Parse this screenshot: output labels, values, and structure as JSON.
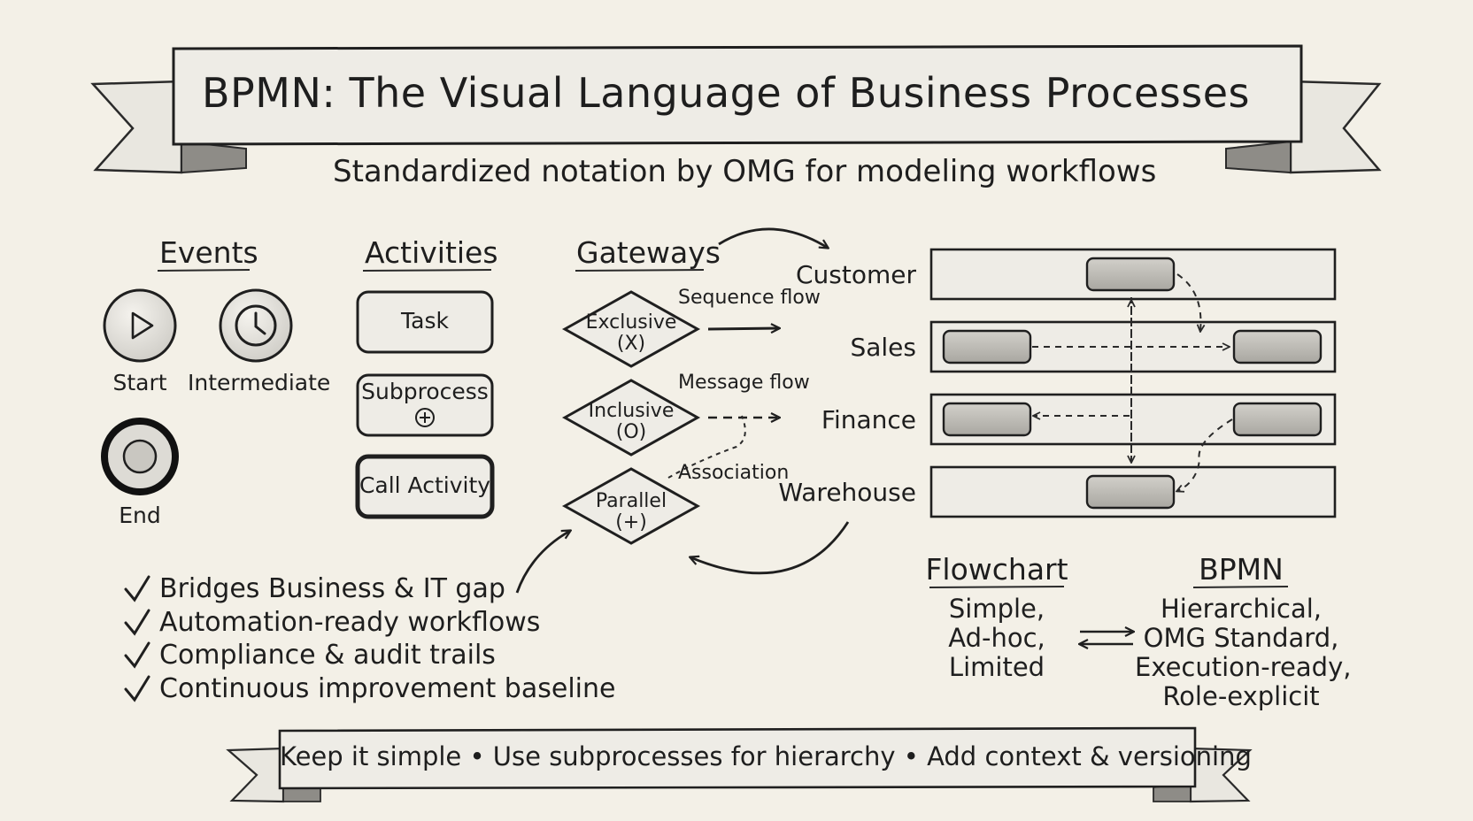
{
  "title": "BPMN: The Visual Language of Business Processes",
  "subtitle": "Standardized notation by OMG for modeling workflows",
  "events": {
    "heading": "Events",
    "start": "Start",
    "intermediate": "Intermediate",
    "end": "End"
  },
  "activities": {
    "heading": "Activities",
    "task": "Task",
    "subprocess": "Subprocess",
    "call_activity": "Call Activity"
  },
  "gateways": {
    "heading": "Gateways",
    "exclusive": "Exclusive",
    "exclusive_symbol": "(X)",
    "inclusive": "Inclusive",
    "inclusive_symbol": "(O)",
    "parallel": "Parallel",
    "parallel_symbol": "(+)"
  },
  "flows": {
    "sequence": "Sequence flow",
    "message": "Message flow",
    "association": "Association"
  },
  "swimlanes": [
    "Customer",
    "Sales",
    "Finance",
    "Warehouse"
  ],
  "benefits": [
    "Bridges Business & IT gap",
    "Automation-ready workflows",
    "Compliance & audit trails",
    "Continuous improvement baseline"
  ],
  "check_symbol": "✓",
  "comparison": {
    "flowchart_heading": "Flowchart",
    "flowchart_lines": [
      "Simple,",
      "Ad-hoc,",
      "Limited"
    ],
    "bpmn_heading": "BPMN",
    "bpmn_lines": [
      "Hierarchical,",
      "OMG Standard,",
      "Execution-ready,",
      "Role-explicit"
    ]
  },
  "footer": "Keep it simple • Use subprocesses for hierarchy • Add context & versioning",
  "colors": {
    "paper": "#f3f0e7",
    "ink": "#1f1f1f",
    "banner": "#eceae3",
    "shade": "#b9b7b1"
  }
}
